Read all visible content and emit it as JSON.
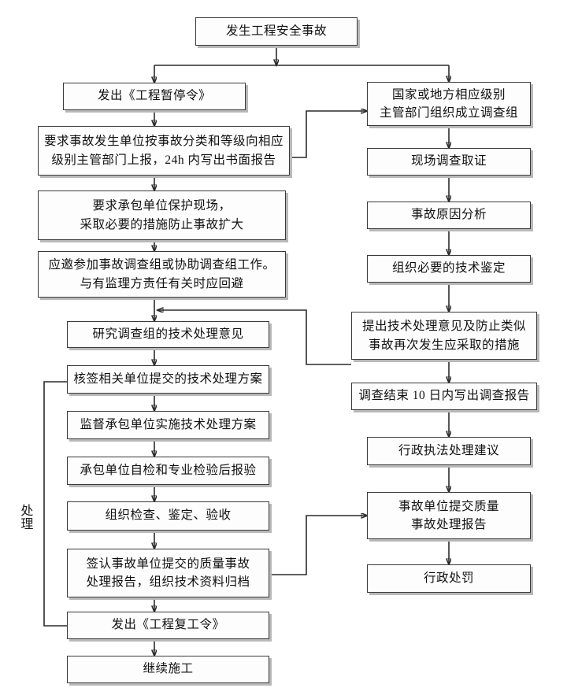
{
  "diagram": {
    "title_label": "发生工程安全事故",
    "side_label": "处理",
    "stroke_color": "#2b2b2b",
    "box_fill": "#fdfdfd",
    "box_border": "#3a3a3a",
    "shadow_color": "#b9b9b9"
  },
  "nodes": {
    "start": {
      "label": "发生工程安全事故"
    },
    "left": [
      {
        "id": "suspend-order",
        "label": "发出《工程暂停令》"
      },
      {
        "id": "report-request",
        "label": "要求事故发生单位按事故分类和等级向相应\n级别主管部门上报，24h 内写出书面报告"
      },
      {
        "id": "protect-site",
        "label": "要求承包单位保护现场，\n采取必要的措施防止事故扩大"
      },
      {
        "id": "join-investigation",
        "label": "应邀参加事故调查组或协助调查组工作。\n与有监理方责任有关时应回避"
      },
      {
        "id": "study-opinion",
        "label": "研究调查组的技术处理意见"
      },
      {
        "id": "countersign-plan",
        "label": "核签相关单位提交的技术处理方案"
      },
      {
        "id": "supervise-plan",
        "label": "监督承包单位实施技术处理方案"
      },
      {
        "id": "self-inspection",
        "label": "承包单位自检和专业检验后报验"
      },
      {
        "id": "organize-check",
        "label": "组织检查、鉴定、验收"
      },
      {
        "id": "sign-report",
        "label": "签认事故单位提交的质量事故\n处理报告，组织技术资料归档"
      },
      {
        "id": "resume-order",
        "label": "发出《工程复工令》"
      },
      {
        "id": "continue-construction",
        "label": "继续施工"
      }
    ],
    "right": [
      {
        "id": "form-group",
        "label": "国家或地方相应级别\n主管部门组织成立调查组"
      },
      {
        "id": "site-evidence",
        "label": "现场调查取证"
      },
      {
        "id": "cause-analysis",
        "label": "事故原因分析"
      },
      {
        "id": "tech-appraisal",
        "label": "组织必要的技术鉴定"
      },
      {
        "id": "propose-measures",
        "label": "提出技术处理意见及防止类似\n事故再次发生应采取的措施"
      },
      {
        "id": "investigation-report",
        "label": "调查结束 10 日内写出调查报告"
      },
      {
        "id": "enforcement-advice",
        "label": "行政执法处理建议"
      },
      {
        "id": "unit-submit-report",
        "label": "事故单位提交质量\n事故处理报告"
      },
      {
        "id": "admin-penalty",
        "label": "行政处罚"
      }
    ]
  }
}
